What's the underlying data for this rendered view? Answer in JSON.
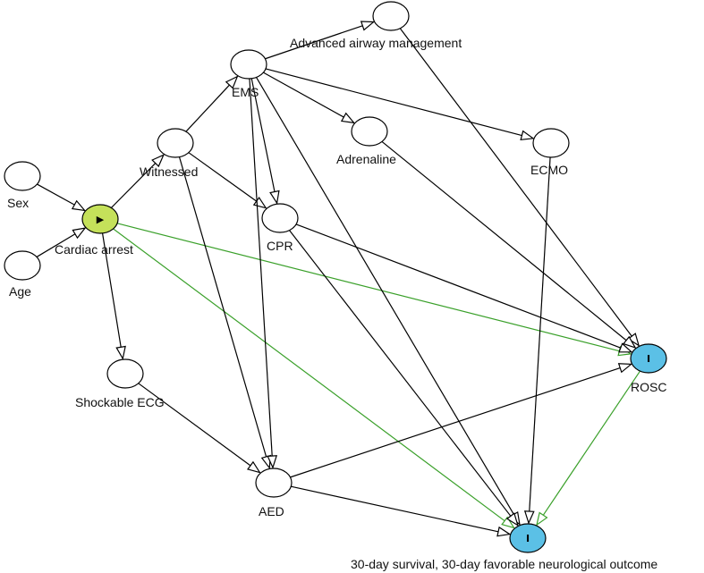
{
  "colors": {
    "exposure_fill": "#c5e15a",
    "outcome_fill": "#5bc0e6",
    "plain_fill": "#ffffff",
    "causal_edge": "#3aa02a",
    "other_edge": "#000000"
  },
  "nodes": [
    {
      "id": "sex",
      "label": "Sex",
      "kind": "plain"
    },
    {
      "id": "age",
      "label": "Age",
      "kind": "plain"
    },
    {
      "id": "cardiac",
      "label": "Cardiac arrest",
      "kind": "exposure",
      "glyph": "▶"
    },
    {
      "id": "witnessed",
      "label": "Witnessed",
      "kind": "plain"
    },
    {
      "id": "ems",
      "label": "EMS",
      "kind": "plain"
    },
    {
      "id": "airway",
      "label": "Advanced airway management",
      "kind": "plain"
    },
    {
      "id": "adrenaline",
      "label": "Adrenaline",
      "kind": "plain"
    },
    {
      "id": "ecmo",
      "label": "ECMO",
      "kind": "plain"
    },
    {
      "id": "cpr",
      "label": "CPR",
      "kind": "plain"
    },
    {
      "id": "shockable",
      "label": "Shockable ECG",
      "kind": "plain"
    },
    {
      "id": "aed",
      "label": "AED",
      "kind": "plain"
    },
    {
      "id": "rosc",
      "label": "ROSC",
      "kind": "outcome",
      "glyph": "I"
    },
    {
      "id": "survival",
      "label": "30-day survival, 30-day favorable neurological outcome",
      "kind": "outcome",
      "glyph": "I"
    }
  ],
  "edges": [
    {
      "from": "sex",
      "to": "cardiac",
      "type": "other"
    },
    {
      "from": "age",
      "to": "cardiac",
      "type": "other"
    },
    {
      "from": "cardiac",
      "to": "witnessed",
      "type": "other"
    },
    {
      "from": "cardiac",
      "to": "shockable",
      "type": "other"
    },
    {
      "from": "cardiac",
      "to": "rosc",
      "type": "causal"
    },
    {
      "from": "cardiac",
      "to": "survival",
      "type": "causal"
    },
    {
      "from": "witnessed",
      "to": "ems",
      "type": "other"
    },
    {
      "from": "witnessed",
      "to": "cpr",
      "type": "other"
    },
    {
      "from": "witnessed",
      "to": "aed",
      "type": "other"
    },
    {
      "from": "ems",
      "to": "airway",
      "type": "other"
    },
    {
      "from": "ems",
      "to": "adrenaline",
      "type": "other"
    },
    {
      "from": "ems",
      "to": "ecmo",
      "type": "other"
    },
    {
      "from": "ems",
      "to": "cpr",
      "type": "other"
    },
    {
      "from": "ems",
      "to": "aed",
      "type": "other"
    },
    {
      "from": "ems",
      "to": "survival",
      "type": "other"
    },
    {
      "from": "airway",
      "to": "rosc",
      "type": "other"
    },
    {
      "from": "adrenaline",
      "to": "rosc",
      "type": "other"
    },
    {
      "from": "ecmo",
      "to": "survival",
      "type": "other"
    },
    {
      "from": "cpr",
      "to": "rosc",
      "type": "other"
    },
    {
      "from": "cpr",
      "to": "survival",
      "type": "other"
    },
    {
      "from": "shockable",
      "to": "aed",
      "type": "other"
    },
    {
      "from": "aed",
      "to": "rosc",
      "type": "other"
    },
    {
      "from": "aed",
      "to": "survival",
      "type": "other"
    },
    {
      "from": "rosc",
      "to": "survival",
      "type": "causal"
    }
  ]
}
